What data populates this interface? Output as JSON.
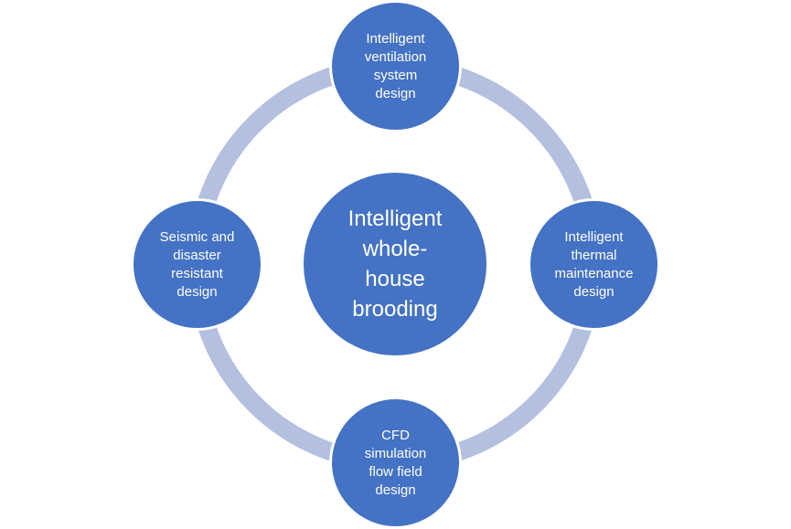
{
  "diagram": {
    "center": {
      "label": "Intelligent\nwhole-\nhouse\nbrooding"
    },
    "nodes": [
      {
        "id": "top",
        "label": "Intelligent\nventilation\nsystem\ndesign"
      },
      {
        "id": "right",
        "label": "Intelligent\nthermal\nmaintenance\ndesign"
      },
      {
        "id": "bottom",
        "label": "CFD\nsimulation\nflow field\ndesign"
      },
      {
        "id": "left",
        "label": "Seismic and\ndisaster\nresistant\ndesign"
      }
    ],
    "colors": {
      "node_fill": "#4472c4",
      "node_border": "#ffffff",
      "ring": "#b4c0e0",
      "text": "#ffffff",
      "background": "#ffffff"
    }
  }
}
